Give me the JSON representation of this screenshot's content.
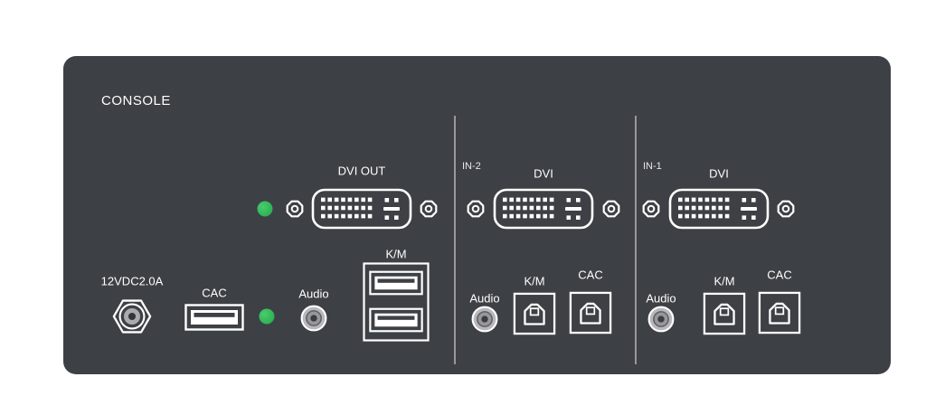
{
  "panel": {
    "title": "CONSOLE",
    "colors": {
      "panel_bg": "#3d4044",
      "led_green": "#2fb457",
      "outline": "#ffffff"
    }
  },
  "console": {
    "dvi_label": "DVI OUT",
    "power_label": "12VDC2.0A",
    "cac_label": "CAC",
    "audio_label": "Audio",
    "km_label": "K/M"
  },
  "inputs": [
    {
      "name": "IN-2",
      "dvi_label": "DVI",
      "audio_label": "Audio",
      "km_label": "K/M",
      "cac_label": "CAC"
    },
    {
      "name": "IN-1",
      "dvi_label": "DVI",
      "audio_label": "Audio",
      "km_label": "K/M",
      "cac_label": "CAC"
    }
  ]
}
